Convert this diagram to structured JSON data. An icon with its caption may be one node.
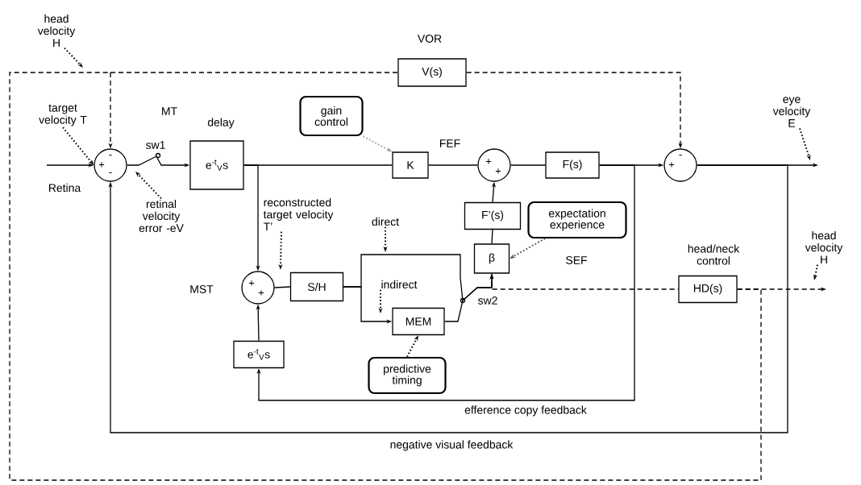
{
  "diagram": {
    "nodes": [
      {
        "text": [
          "+",
          "-",
          "-"
        ]
      },
      {
        "text": [
          "e$^{-t}$$_{V}$s"
        ],
        "beside": [
          "delay"
        ]
      },
      {
        "text": [
          "gain control"
        ]
      },
      {
        "text": [
          "K"
        ]
      },
      {
        "text": [
          "+",
          "+"
        ]
      },
      {
        "text": [
          "F(s)"
        ]
      },
      {
        "text": [
          "+",
          "-"
        ]
      },
      {
        "text": [
          "V(s)"
        ],
        "beside": [
          "VOR"
        ]
      },
      {
        "text": [
          "F’(s)"
        ]
      },
      {
        "text": [
          "expectation experience"
        ]
      },
      {
        "text": [
          "β"
        ]
      },
      {
        "text": [
          "+",
          "+"
        ]
      },
      {
        "text": [
          "S/H"
        ]
      },
      {
        "text": [
          "MEM"
        ]
      },
      {
        "text": [
          "predictive timing"
        ]
      },
      {
        "text": [
          "e$^{-t}$$_{V}$s"
        ]
      },
      {
        "text": [
          "HD(s)"
        ],
        "beside": [
          "head/neck control"
        ]
      },
      {
        "text": [
          "head velocity H"
        ]
      },
      {
        "text": [
          "target velocity T"
        ]
      },
      {
        "text": [
          "retinal velocity error -eV"
        ]
      },
      {
        "text": [
          "eye velocity E"
        ]
      },
      {
        "text": [
          "head velocity H"
        ]
      },
      {
        "text": [
          "reconstructed target velocity T’"
        ]
      },
      {
        "text": [
          "direct"
        ]
      },
      {
        "text": [
          "indirect"
        ]
      }
    ],
    "edges": [
      {
        "from": null,
        "to": 0,
        "arrow": "to"
      },
      {
        "from": 0,
        "to": 1,
        "arrow": "to"
      },
      {
        "from": 1,
        "to": 3,
        "arrow": "none"
      },
      {
        "from": 2,
        "to": 3,
        "arrow": "to",
        "style": "dashed",
        "color": "#999999"
      },
      {
        "from": 3,
        "to": 4,
        "arrow": "none"
      },
      {
        "from": 4,
        "to": 5,
        "arrow": "none"
      },
      {
        "from": 5,
        "to": 6,
        "arrow": "to"
      },
      {
        "from": 6,
        "to": null,
        "arrow": "to"
      },
      {
        "from": 7,
        "to": 6,
        "arrow": "to",
        "style": "dashed"
      },
      {
        "from": 16,
        "to": 0,
        "arrow": "to",
        "style": "dashed"
      },
      {
        "from": 16,
        "to": 7,
        "arrow": "none",
        "style": "dashed"
      },
      {
        "from": 16,
        "to": null,
        "arrow": "to",
        "style": "dashed"
      },
      {
        "from": 12,
        "to": 13,
        "arrow": "to"
      },
      {
        "from": 12,
        "to": 10,
        "arrow": "to"
      },
      {
        "from": 13,
        "to": 10,
        "arrow": "to"
      },
      {
        "from": 10,
        "to": 8,
        "arrow": "none"
      },
      {
        "from": 8,
        "to": 4,
        "arrow": "to"
      },
      {
        "from": 10,
        "to": 16,
        "arrow": "none",
        "style": "dashed"
      },
      {
        "from": 9,
        "to": 10,
        "arrow": "to",
        "style": "dashed",
        "color": "#444444"
      },
      {
        "from": 14,
        "to": 13,
        "arrow": "to",
        "style": "dashed"
      },
      {
        "from": 23,
        "to": null,
        "arrow": "to",
        "style": "dashed"
      },
      {
        "from": 24,
        "to": null,
        "arrow": "to",
        "style": "dashed"
      },
      {
        "from": 22,
        "to": 12,
        "arrow": "to",
        "style": "dashed"
      },
      {
        "from": 20,
        "to": null,
        "arrow": "to",
        "style": "dashed"
      },
      {
        "from": 21,
        "to": null,
        "arrow": "to",
        "style": "dashed"
      },
      {
        "from": 18,
        "to": 0,
        "arrow": "to",
        "style": "dashed"
      },
      {
        "from": 19,
        "to": null,
        "arrow": "to",
        "style": "dashed"
      },
      {
        "from": 17,
        "to": null,
        "arrow": "to",
        "style": "dashed"
      },
      {
        "from": 1,
        "to": 11,
        "arrow": "to"
      },
      {
        "from": 11,
        "to": 12,
        "arrow": "none"
      },
      {
        "from": 5,
        "to": 15,
        "arrow": "to"
      },
      {
        "from": 15,
        "to": 11,
        "arrow": "to"
      },
      {
        "from": 6,
        "to": 0,
        "arrow": "to"
      }
    ],
    "labels": [
      "Retina",
      "MT",
      "sw1",
      "FEF",
      "MST",
      "SEF",
      "sw2",
      "efference copy feedback",
      "negative visual feedback"
    ]
  }
}
